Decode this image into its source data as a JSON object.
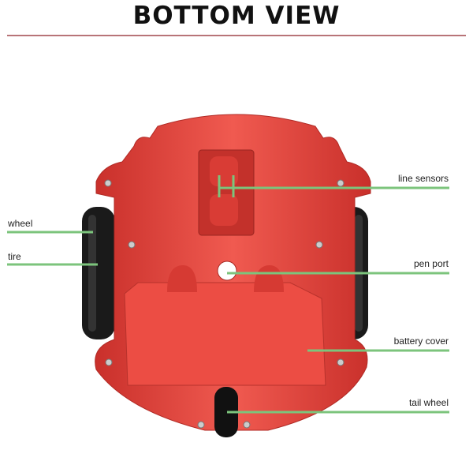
{
  "title": "BOTTOM VIEW",
  "labels": {
    "wheel": "wheel",
    "tire": "tire",
    "line_sensors": "line sensors",
    "pen_port": "pen port",
    "battery_cover": "battery cover",
    "tail_wheel": "tail wheel"
  },
  "colors": {
    "body": "#e8453e",
    "callout": "#7cc47c",
    "rule": "#b87478"
  }
}
